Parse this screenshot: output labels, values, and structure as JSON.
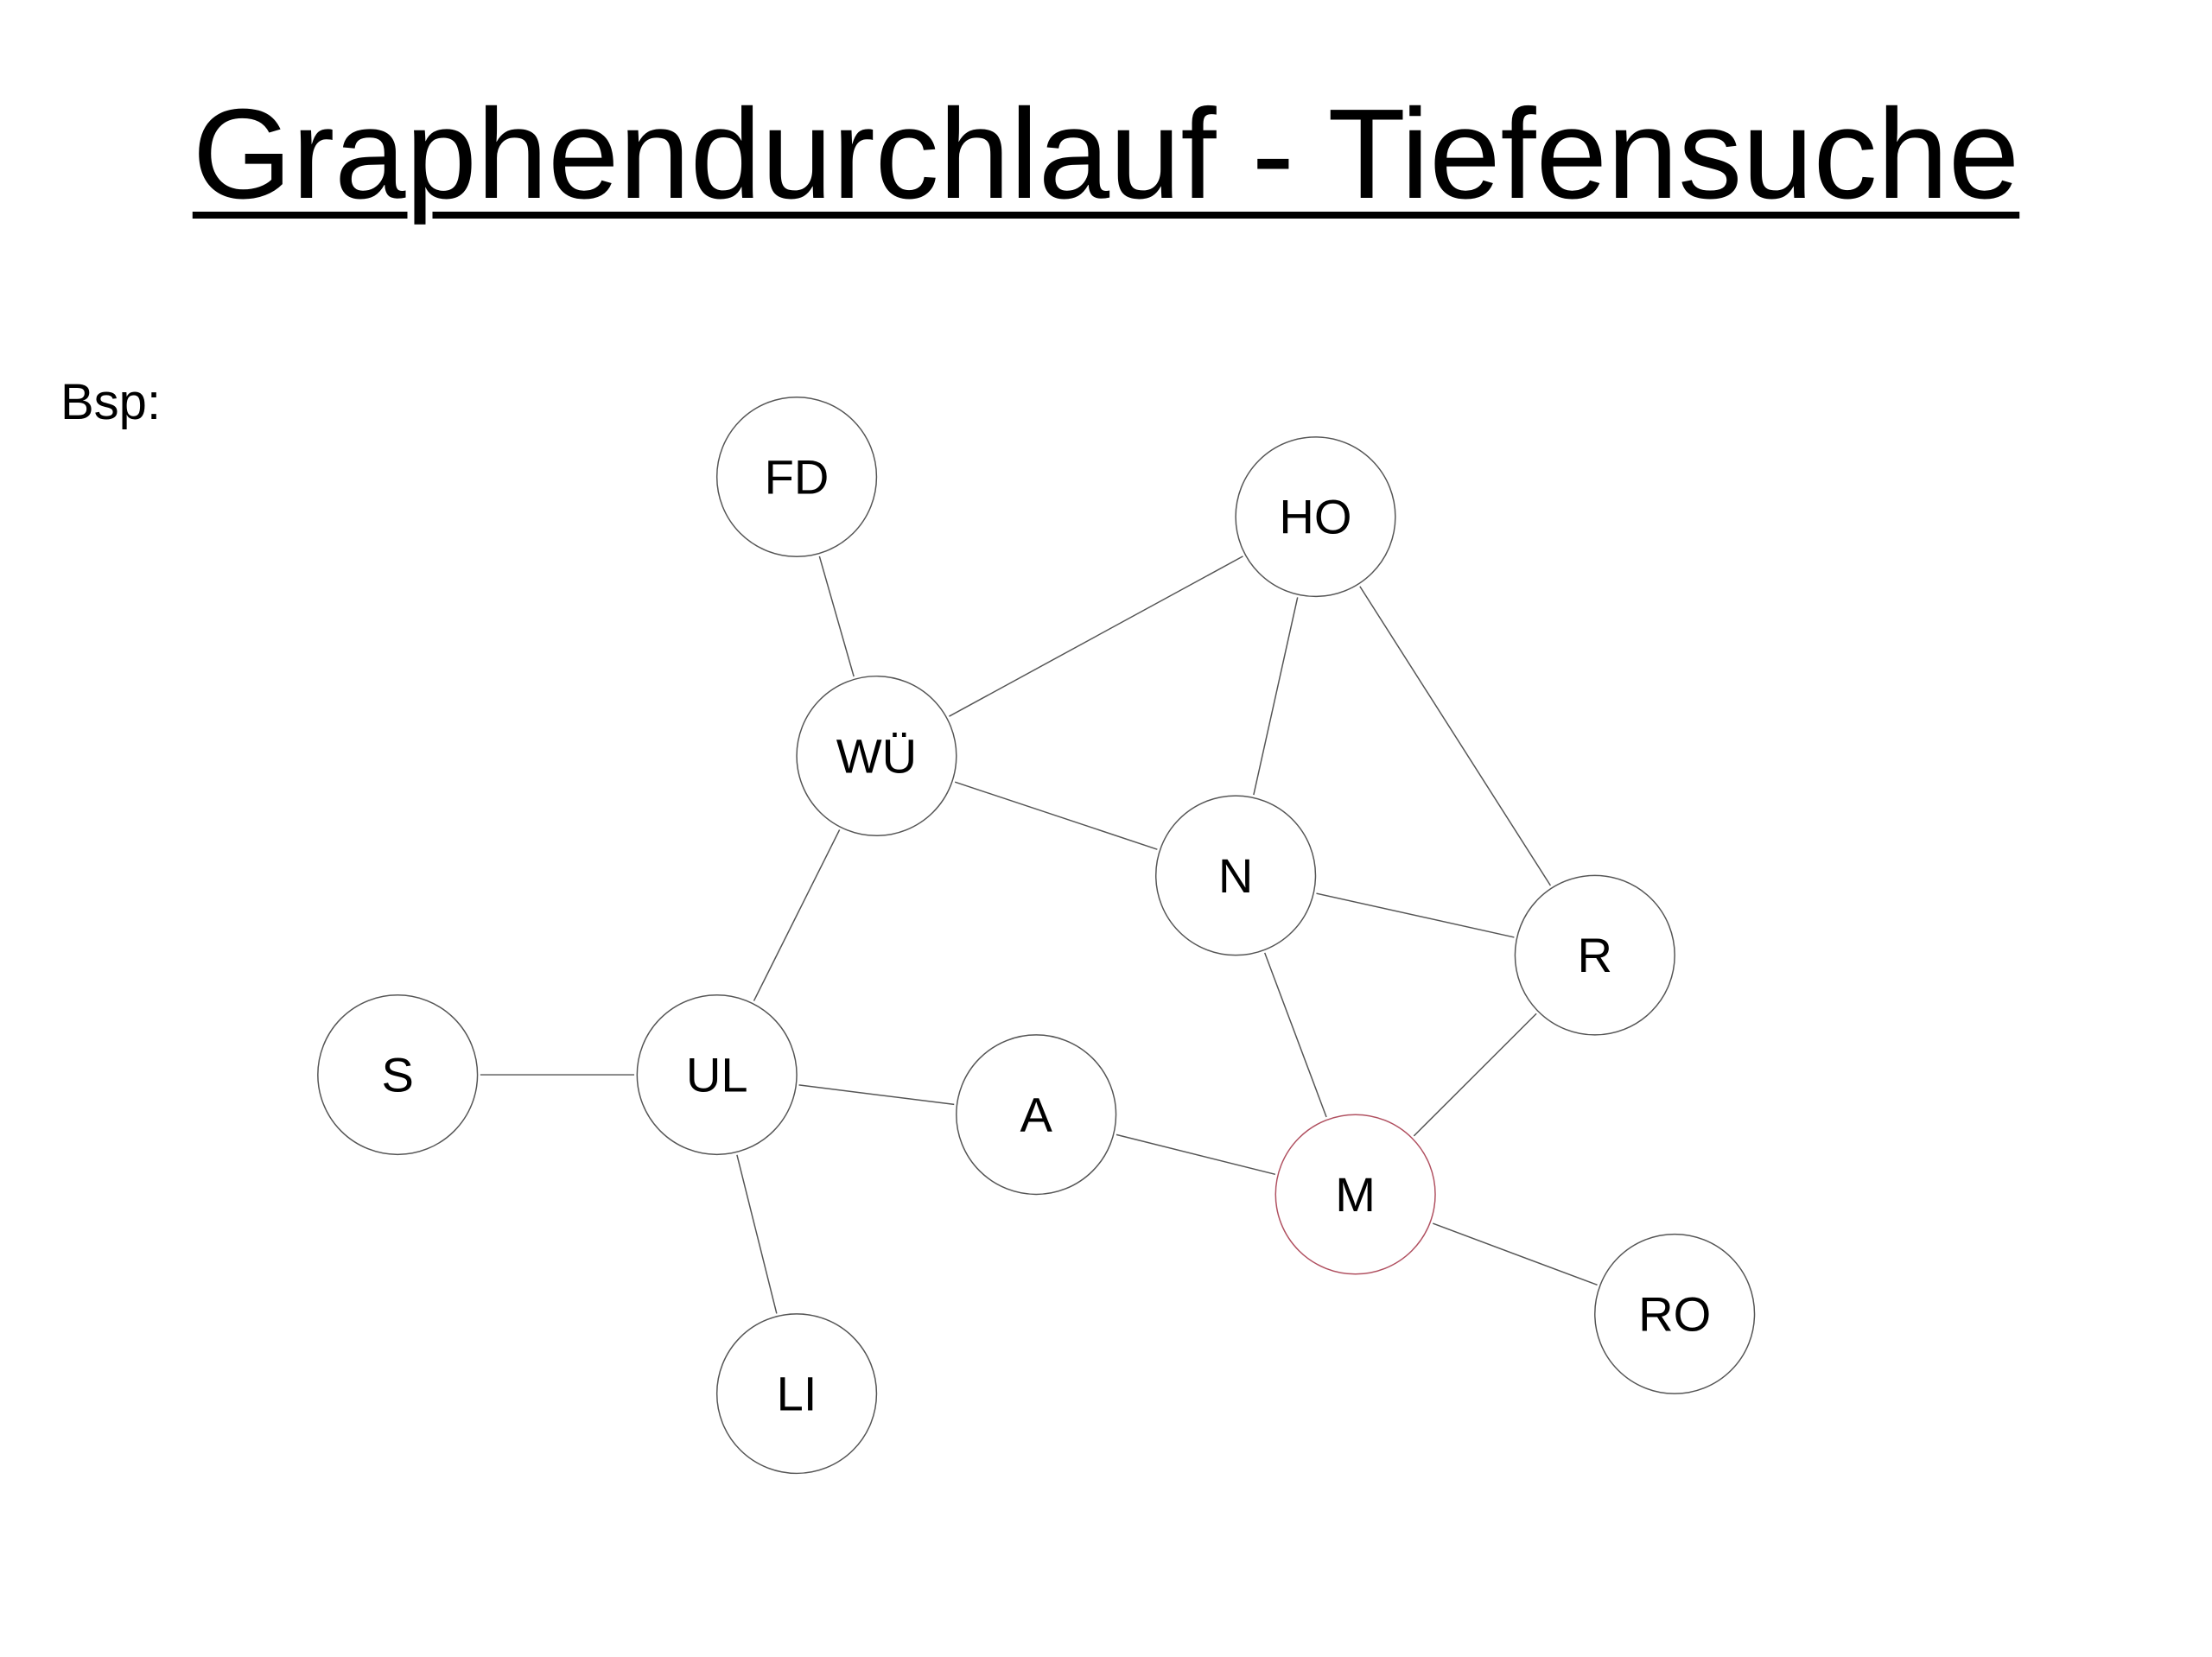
{
  "title": "Graphendurchlauf - Tiefensuche",
  "example_label": "Bsp:",
  "graph": {
    "nodes": [
      "FD",
      "HO",
      "WÜ",
      "N",
      "R",
      "S",
      "UL",
      "A",
      "M",
      "RO",
      "LI"
    ],
    "edges": [
      [
        "FD",
        "WÜ"
      ],
      [
        "WÜ",
        "HO"
      ],
      [
        "HO",
        "N"
      ],
      [
        "HO",
        "R"
      ],
      [
        "WÜ",
        "N"
      ],
      [
        "WÜ",
        "UL"
      ],
      [
        "N",
        "R"
      ],
      [
        "N",
        "M"
      ],
      [
        "R",
        "M"
      ],
      [
        "S",
        "UL"
      ],
      [
        "UL",
        "A"
      ],
      [
        "A",
        "M"
      ],
      [
        "M",
        "RO"
      ],
      [
        "UL",
        "LI"
      ]
    ],
    "highlighted_node": "M"
  },
  "colors": {
    "node_stroke": "#555555",
    "highlight_stroke": "#b05060",
    "edge": "#555555",
    "text": "#000000"
  }
}
